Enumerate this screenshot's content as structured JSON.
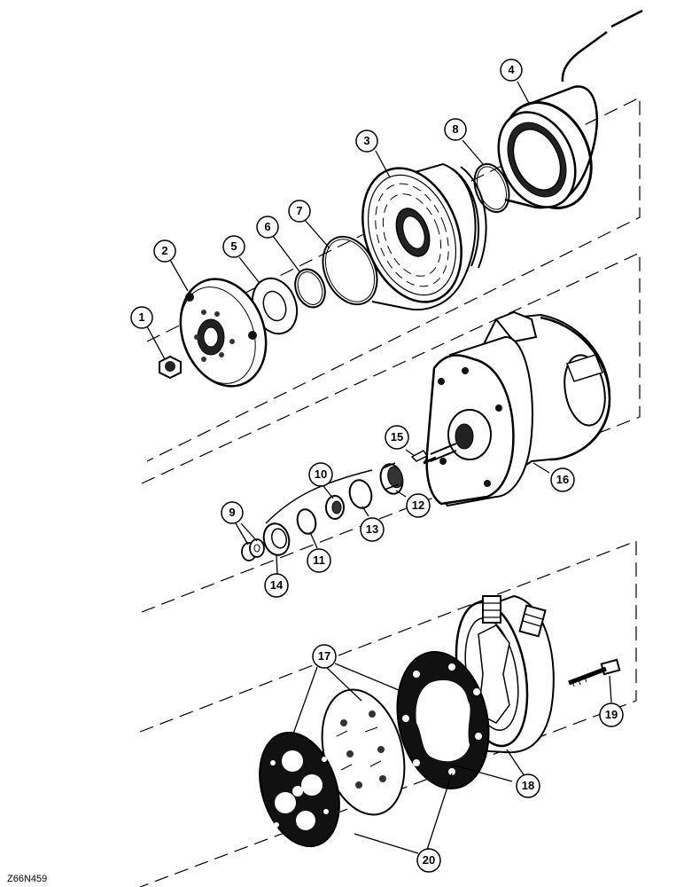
{
  "figure_code": "Z66N459",
  "callouts": [
    {
      "id": "c1",
      "label": "1"
    },
    {
      "id": "c2",
      "label": "2"
    },
    {
      "id": "c3",
      "label": "3"
    },
    {
      "id": "c4",
      "label": "4"
    },
    {
      "id": "c5",
      "label": "5"
    },
    {
      "id": "c6",
      "label": "6"
    },
    {
      "id": "c7",
      "label": "7"
    },
    {
      "id": "c8",
      "label": "8"
    },
    {
      "id": "c9",
      "label": "9"
    },
    {
      "id": "c10",
      "label": "10"
    },
    {
      "id": "c11",
      "label": "11"
    },
    {
      "id": "c12",
      "label": "12"
    },
    {
      "id": "c13",
      "label": "13"
    },
    {
      "id": "c14",
      "label": "14"
    },
    {
      "id": "c15",
      "label": "15"
    },
    {
      "id": "c16",
      "label": "16"
    },
    {
      "id": "c17",
      "label": "17"
    },
    {
      "id": "c18",
      "label": "18"
    },
    {
      "id": "c19",
      "label": "19"
    },
    {
      "id": "c20",
      "label": "20"
    }
  ]
}
